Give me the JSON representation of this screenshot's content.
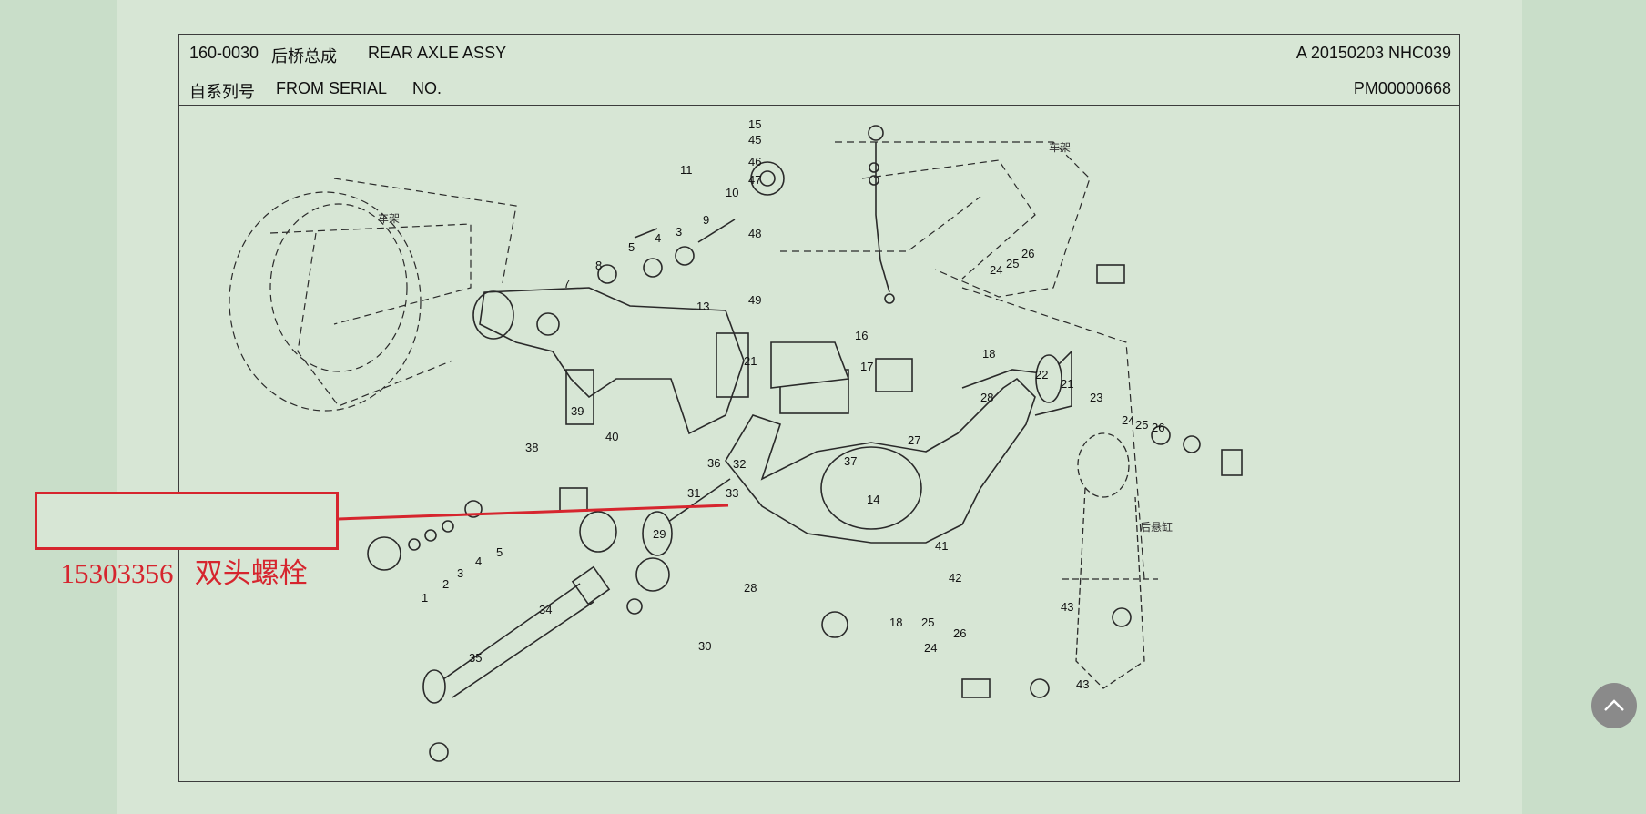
{
  "header": {
    "code": "160-0030",
    "title_cn": "后桥总成",
    "title_en": "REAR AXLE ASSY",
    "revision": "A 20150203 NHC039",
    "serial_cn": "自系列号",
    "serial_en": "FROM SERIAL",
    "serial_no_label": "NO.",
    "serial_number": "PM00000668"
  },
  "callout": {
    "part_number": "15303356",
    "part_name": "双头螺栓",
    "color": "#d6252e"
  },
  "diagram_labels": {
    "frame_left": "车架",
    "frame_right": "车架",
    "rear_cylinder": "后悬缸"
  },
  "part_numbers": [
    "1",
    "2",
    "3",
    "4",
    "5",
    "3",
    "4",
    "5",
    "7",
    "8",
    "9",
    "10",
    "11",
    "13",
    "14",
    "15",
    "45",
    "46",
    "47",
    "48",
    "49",
    "16",
    "17",
    "18",
    "24",
    "25",
    "26",
    "21",
    "22",
    "21",
    "23",
    "24",
    "25",
    "26",
    "27",
    "28",
    "28",
    "29",
    "30",
    "31",
    "32",
    "33",
    "34",
    "35",
    "36",
    "37",
    "38",
    "39",
    "40",
    "41",
    "42",
    "43",
    "43",
    "18",
    "25",
    "26",
    "24"
  ],
  "scroll_top_icon": "chevron-up-icon"
}
